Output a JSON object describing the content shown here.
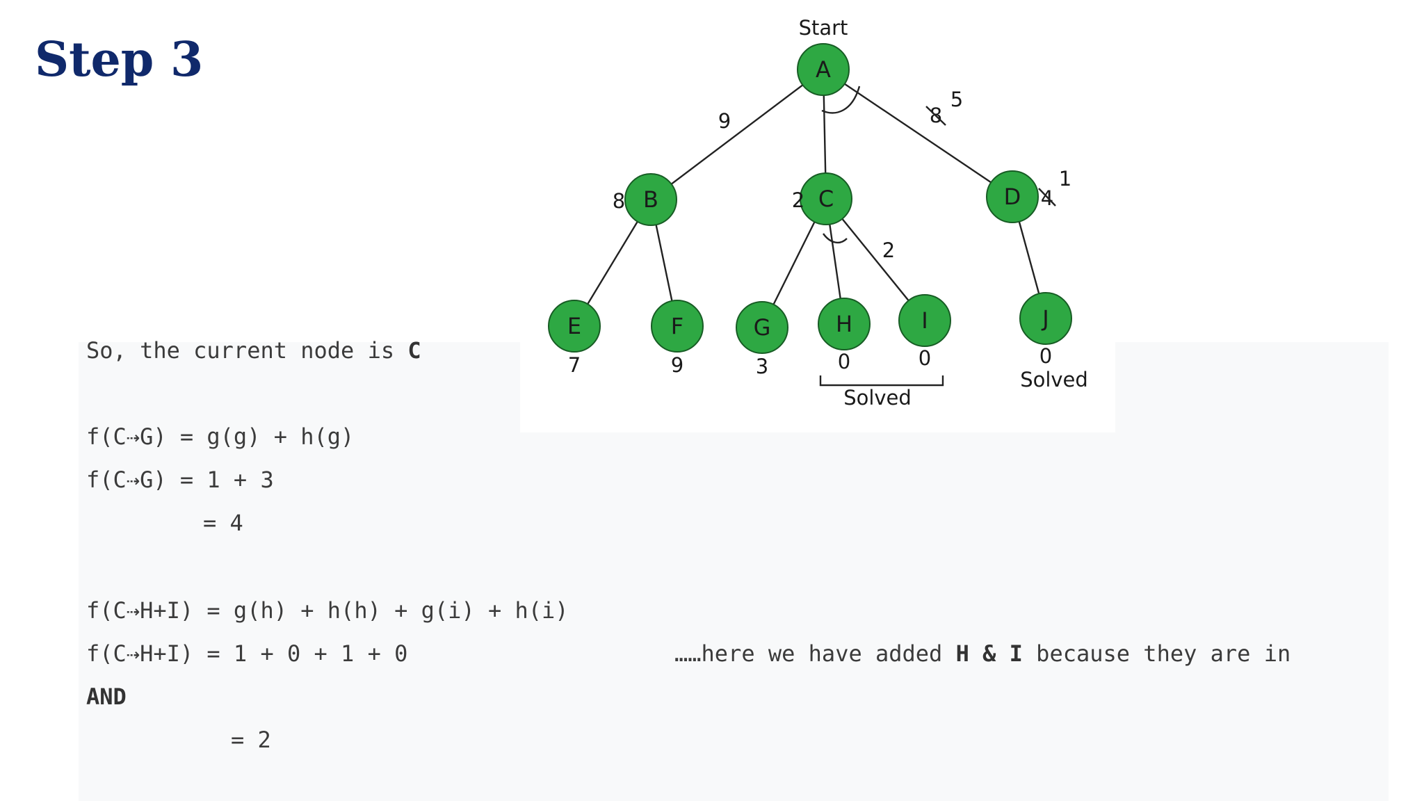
{
  "slide": {
    "title": "Step 3"
  },
  "diagram": {
    "start_label": "Start",
    "nodes": [
      {
        "id": "A",
        "label": "A",
        "value": ""
      },
      {
        "id": "B",
        "label": "B",
        "value": "8"
      },
      {
        "id": "C",
        "label": "C",
        "value": "2"
      },
      {
        "id": "D",
        "label": "D",
        "value_struck": "4",
        "value": "1"
      },
      {
        "id": "E",
        "label": "E",
        "value": "7"
      },
      {
        "id": "F",
        "label": "F",
        "value": "9"
      },
      {
        "id": "G",
        "label": "G",
        "value": "3"
      },
      {
        "id": "H",
        "label": "H",
        "value": "0"
      },
      {
        "id": "I",
        "label": "I",
        "value": "0"
      },
      {
        "id": "J",
        "label": "J",
        "value": "0"
      }
    ],
    "edges": [
      {
        "from": "A",
        "to": "B",
        "label": "9"
      },
      {
        "from": "A",
        "to": "C",
        "label": ""
      },
      {
        "from": "A",
        "to": "D",
        "label_struck": "8",
        "label": "5"
      },
      {
        "from": "B",
        "to": "E",
        "label": ""
      },
      {
        "from": "B",
        "to": "F",
        "label": ""
      },
      {
        "from": "C",
        "to": "G",
        "label": ""
      },
      {
        "from": "C",
        "to": "H",
        "label": ""
      },
      {
        "from": "C",
        "to": "I",
        "label": "2"
      },
      {
        "from": "D",
        "to": "J",
        "label": ""
      }
    ],
    "solved_hi_label": "Solved",
    "solved_j_label": "Solved"
  },
  "explanation": {
    "line1_text": "So, the current node is ",
    "line1_bold": "C",
    "line2": "f(C⇢G) = g(g) + h(g)",
    "line3": "f(C⇢G) = 1 + 3",
    "line4": "= 4",
    "line5": "f(C⇢H+I) = g(h) + h(h) + g(i) + h(i)",
    "line6": "f(C⇢H+I) = 1 + 0 + 1 + 0",
    "note_prefix": "……here we have added ",
    "note_bold": "H & I",
    "note_suffix": " because they are in",
    "line7": "AND",
    "line8": "= 2"
  }
}
